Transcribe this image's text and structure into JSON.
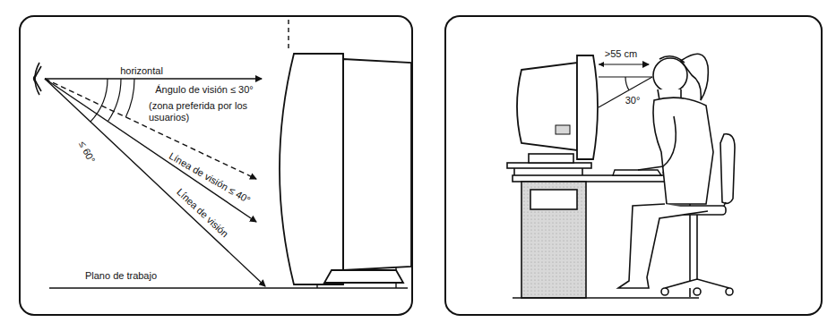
{
  "diagram": {
    "labels": [
      "horizontal",
      "Ángulo de visión ≤ 30°",
      "(zona preferida por los usuarios)",
      "Línea de visión ≤ 40°",
      "≤ 60°",
      "Línea de visión",
      "Plano de trabajo",
      ">55 cm",
      "30°"
    ]
  }
}
